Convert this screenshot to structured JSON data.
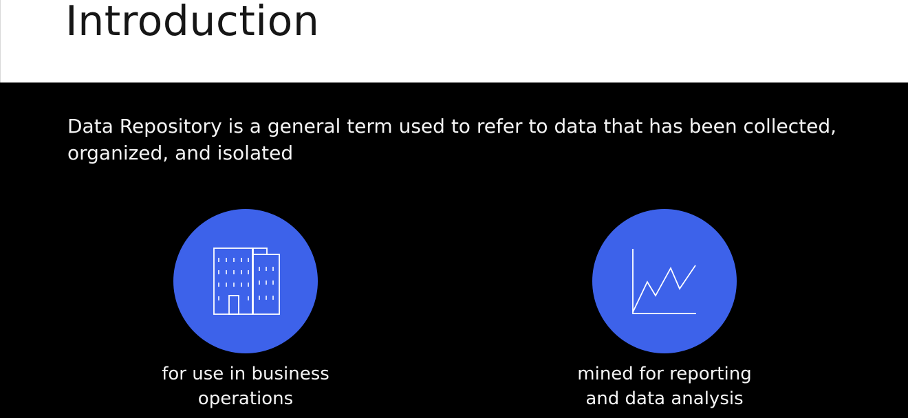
{
  "slide": {
    "title": "Introduction",
    "definition": "Data Repository is a general term used to refer to data that has been collected, organized, and isolated",
    "items": [
      {
        "icon": "office-building-icon",
        "caption_line1": "for use in business",
        "caption_line2": "operations"
      },
      {
        "icon": "line-chart-icon",
        "caption_line1": "mined for reporting",
        "caption_line2": "and data analysis"
      }
    ]
  },
  "colors": {
    "header_background": "#ffffff",
    "slide_background": "#000000",
    "circle_fill": "#3d62ea",
    "icon_stroke": "#ffffff",
    "text_light": "#f4f4f4",
    "text_dark": "#161616"
  }
}
